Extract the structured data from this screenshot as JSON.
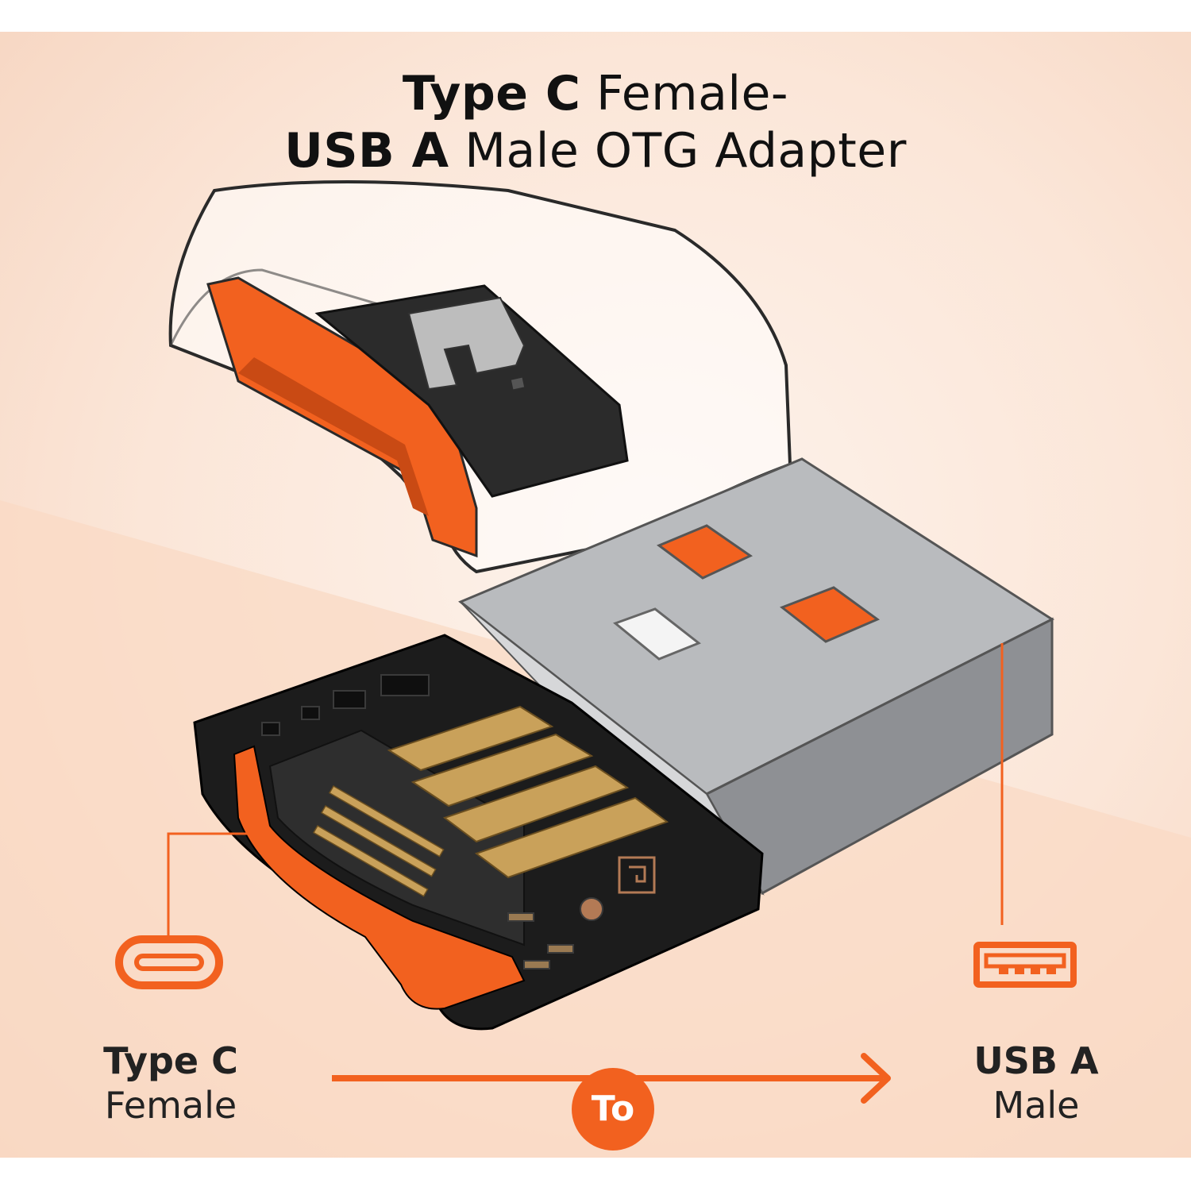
{
  "title": {
    "line1_bold": "Type C",
    "line1_regular": " Female-",
    "line2_bold": "USB A",
    "line2_regular": " Male OTG Adapter"
  },
  "left_label": {
    "bold": "Type C",
    "regular": "Female"
  },
  "right_label": {
    "bold": "USB A",
    "regular": "Male"
  },
  "arrow_badge": "To",
  "icons": {
    "left": "usb-c-port-icon",
    "right": "usb-a-port-icon",
    "product": "otg-adapter-exploded-view"
  },
  "colors": {
    "accent": "#f2611f",
    "text": "#111111",
    "metal": "#a9abae",
    "housing": "#1c1c1c",
    "gold": "#c9a15a"
  }
}
